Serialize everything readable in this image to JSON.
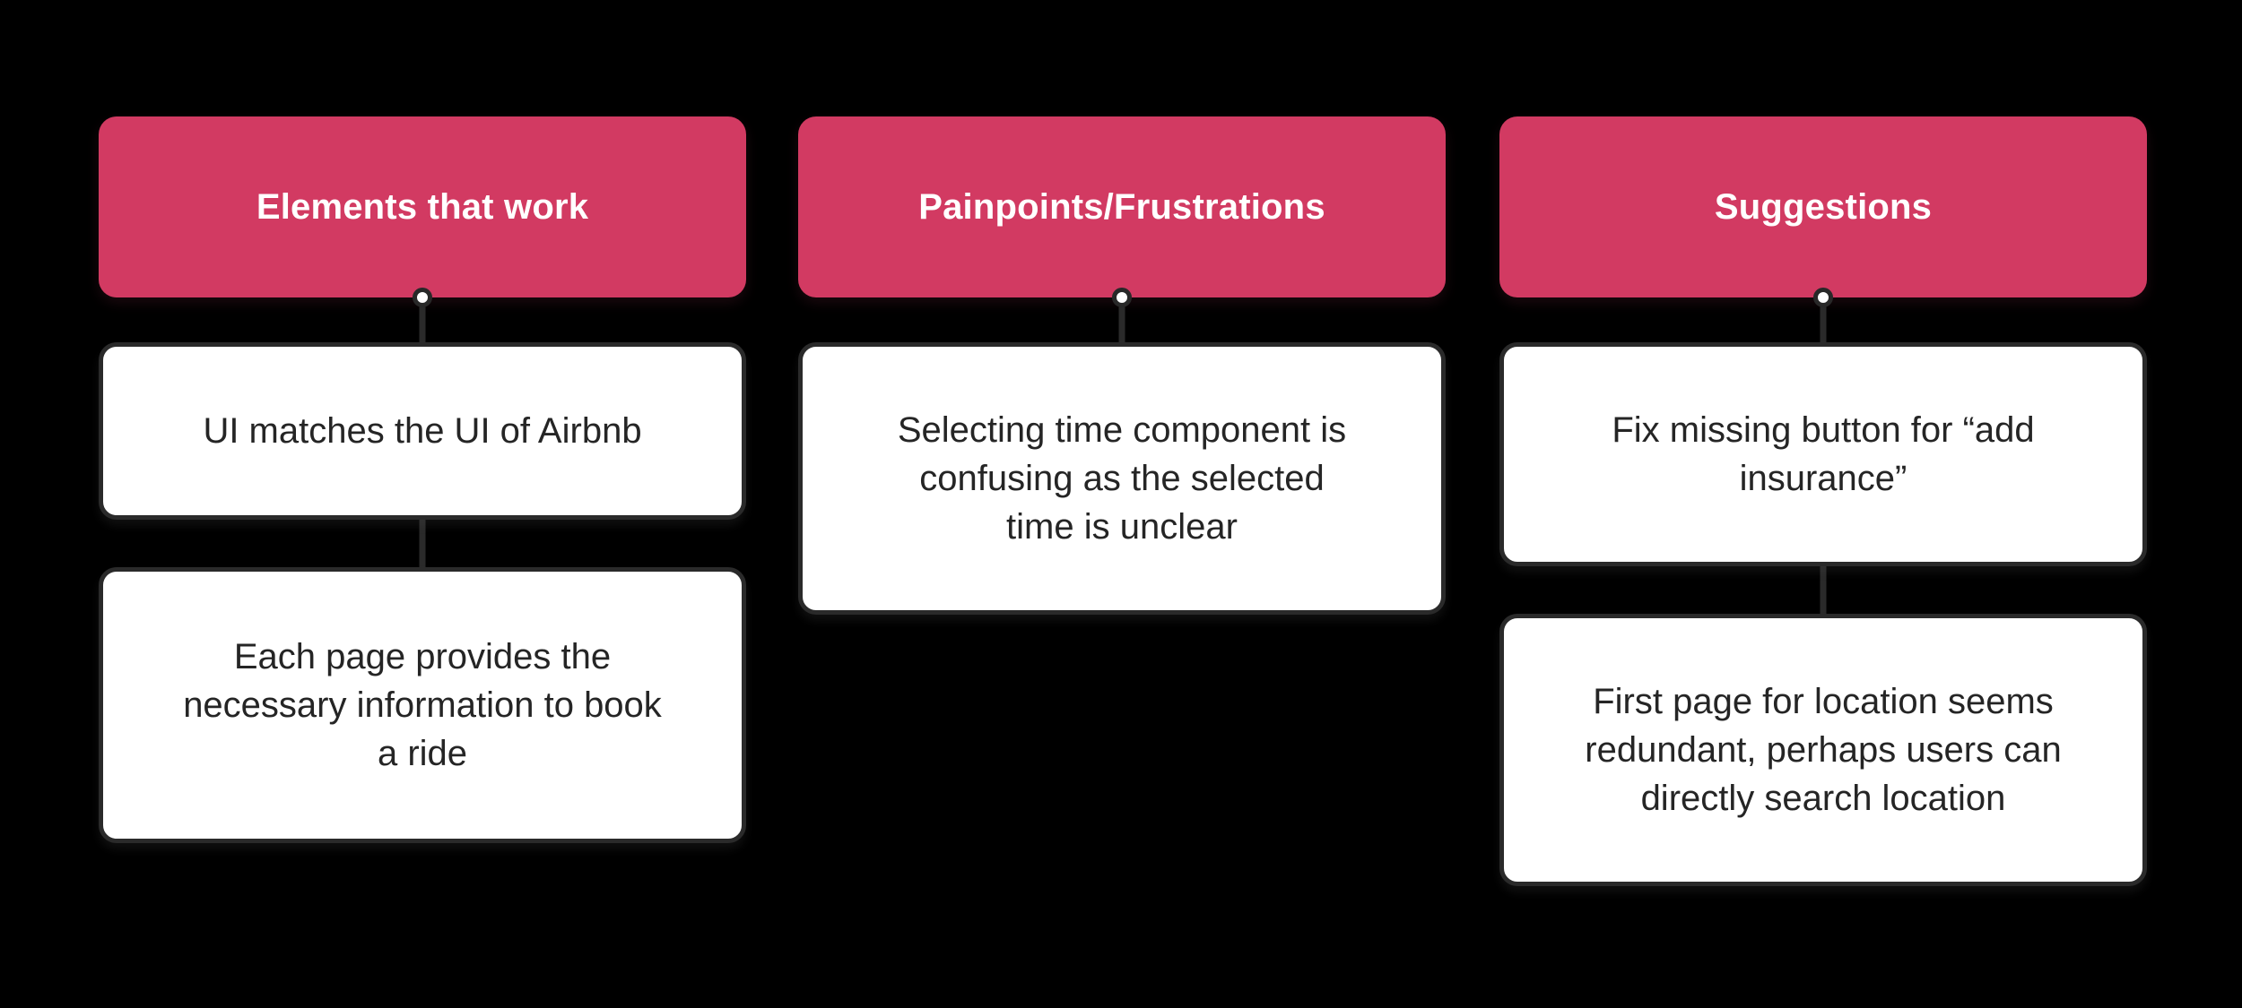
{
  "canvas": {
    "background_color": "#000000"
  },
  "colors": {
    "header_fill": "#D23A62",
    "header_text": "#FFFFFF",
    "card_fill": "#FFFFFF",
    "card_border": "#2A2A2A",
    "card_text": "#252525",
    "connector_line": "#2A2A2A",
    "connector_dot_fill": "#FFFFFF",
    "connector_dot_ring": "#282828"
  },
  "columns": [
    {
      "title": "Elements that work",
      "cards": [
        "UI matches the UI of Airbnb",
        "Each page provides the\nnecessary information to book\na ride"
      ]
    },
    {
      "title": "Painpoints/Frustrations",
      "cards": [
        "Selecting time component is\nconfusing as the selected\ntime is unclear"
      ]
    },
    {
      "title": "Suggestions",
      "cards": [
        "Fix missing button for “add\ninsurance”",
        "First page for location seems\nredundant, perhaps users can\ndirectly search location"
      ]
    }
  ]
}
